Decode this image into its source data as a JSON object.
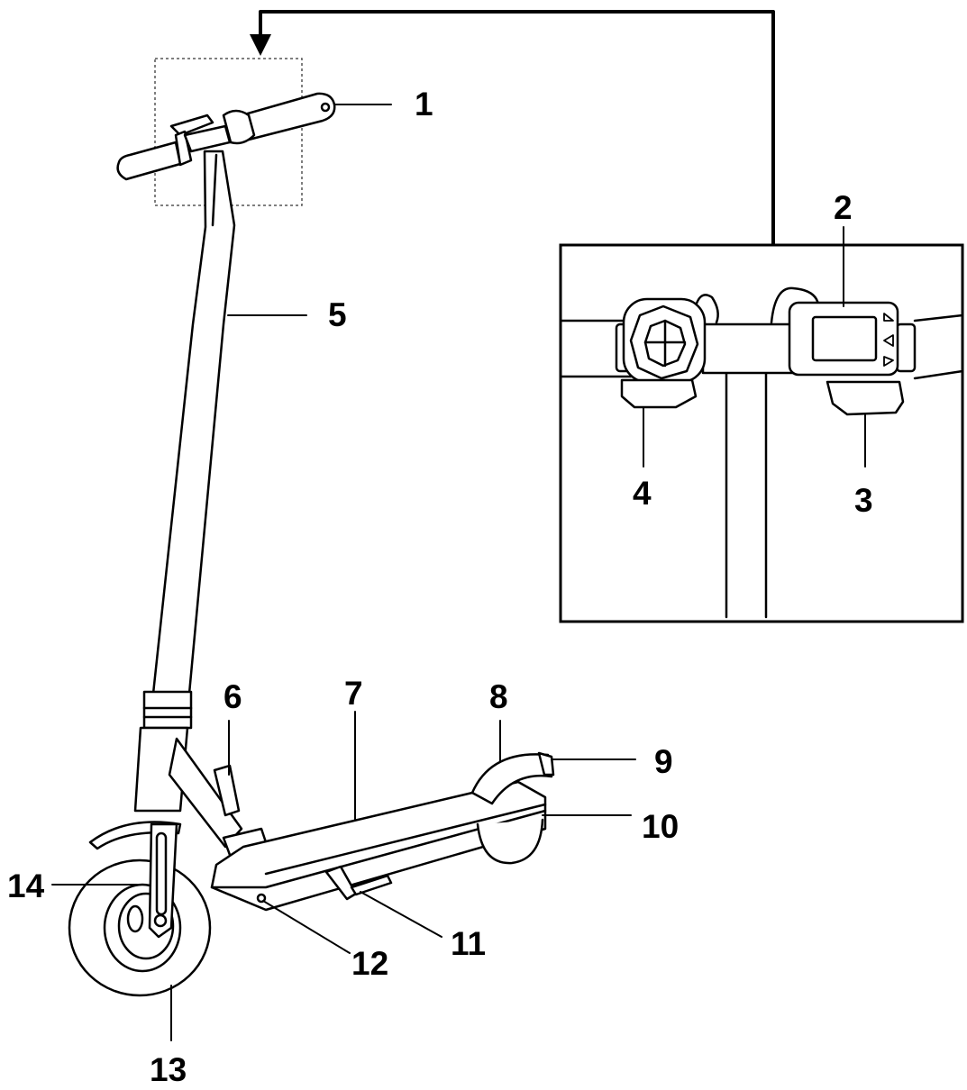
{
  "diagram": {
    "callouts": [
      {
        "id": "1",
        "label": "1"
      },
      {
        "id": "2",
        "label": "2"
      },
      {
        "id": "3",
        "label": "3"
      },
      {
        "id": "4",
        "label": "4"
      },
      {
        "id": "5",
        "label": "5"
      },
      {
        "id": "6",
        "label": "6"
      },
      {
        "id": "7",
        "label": "7"
      },
      {
        "id": "8",
        "label": "8"
      },
      {
        "id": "9",
        "label": "9"
      },
      {
        "id": "10",
        "label": "10"
      },
      {
        "id": "11",
        "label": "11"
      },
      {
        "id": "12",
        "label": "12"
      },
      {
        "id": "13",
        "label": "13"
      },
      {
        "id": "14",
        "label": "14"
      }
    ],
    "colors": {
      "line": "#000000",
      "background": "#ffffff",
      "screen": "#ffffff"
    }
  }
}
